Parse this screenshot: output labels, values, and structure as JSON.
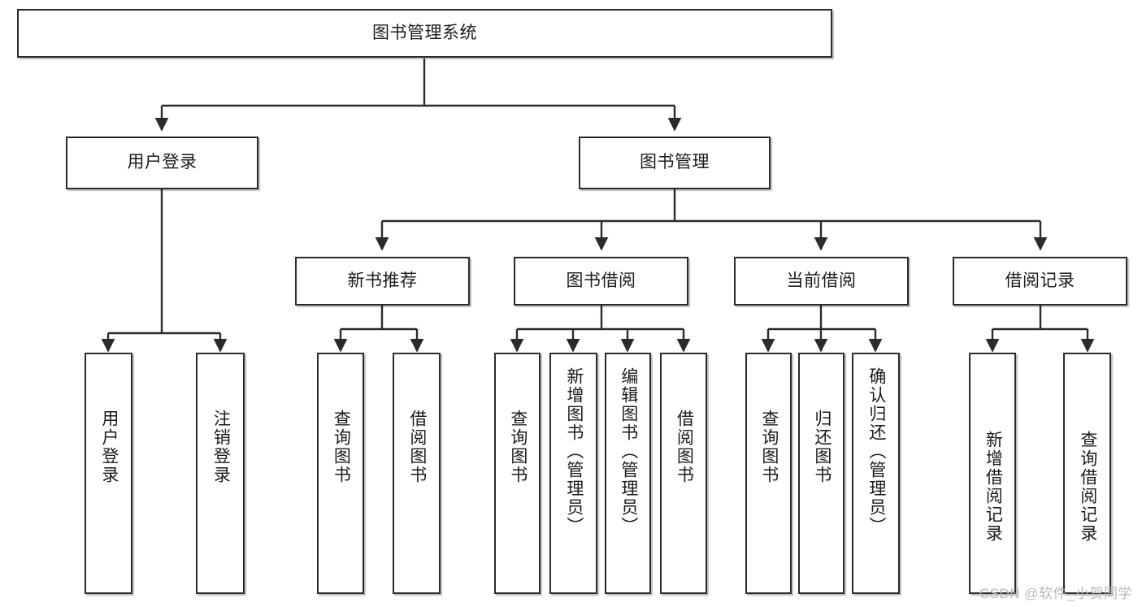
{
  "diagram": {
    "type": "tree-hierarchy-chart",
    "title": "图书管理系统",
    "watermark": "CSDN @软件_小贺同学",
    "colors": {
      "box_border": "#2b2b2b",
      "box_fill": "#ffffff",
      "connector": "#2b2b2b",
      "text": "#1b1b1b",
      "watermark": "#b8b8b8"
    },
    "nodes": {
      "root": {
        "label": "图书管理系统"
      },
      "level2": [
        {
          "label": "用户登录"
        },
        {
          "label": "图书管理"
        }
      ],
      "level3": [
        {
          "label": "新书推荐"
        },
        {
          "label": "图书借阅"
        },
        {
          "label": "当前借阅"
        },
        {
          "label": "借阅记录"
        }
      ],
      "leaves": {
        "user_login": [
          {
            "label": "用户登录"
          },
          {
            "label": "注销登录"
          }
        ],
        "new_book_recommend": [
          {
            "label": "查询图书"
          },
          {
            "label": "借阅图书"
          }
        ],
        "book_borrow": [
          {
            "label": "查询图书"
          },
          {
            "label": "新增图书（管理员）"
          },
          {
            "label": "编辑图书（管理员）"
          },
          {
            "label": "借阅图书"
          }
        ],
        "current_borrow": [
          {
            "label": "查询图书"
          },
          {
            "label": "归还图书"
          },
          {
            "label": "确认归还（管理员）"
          }
        ],
        "borrow_record": [
          {
            "label": "新增借阅记录"
          },
          {
            "label": "查询借阅记录"
          }
        ]
      }
    }
  }
}
